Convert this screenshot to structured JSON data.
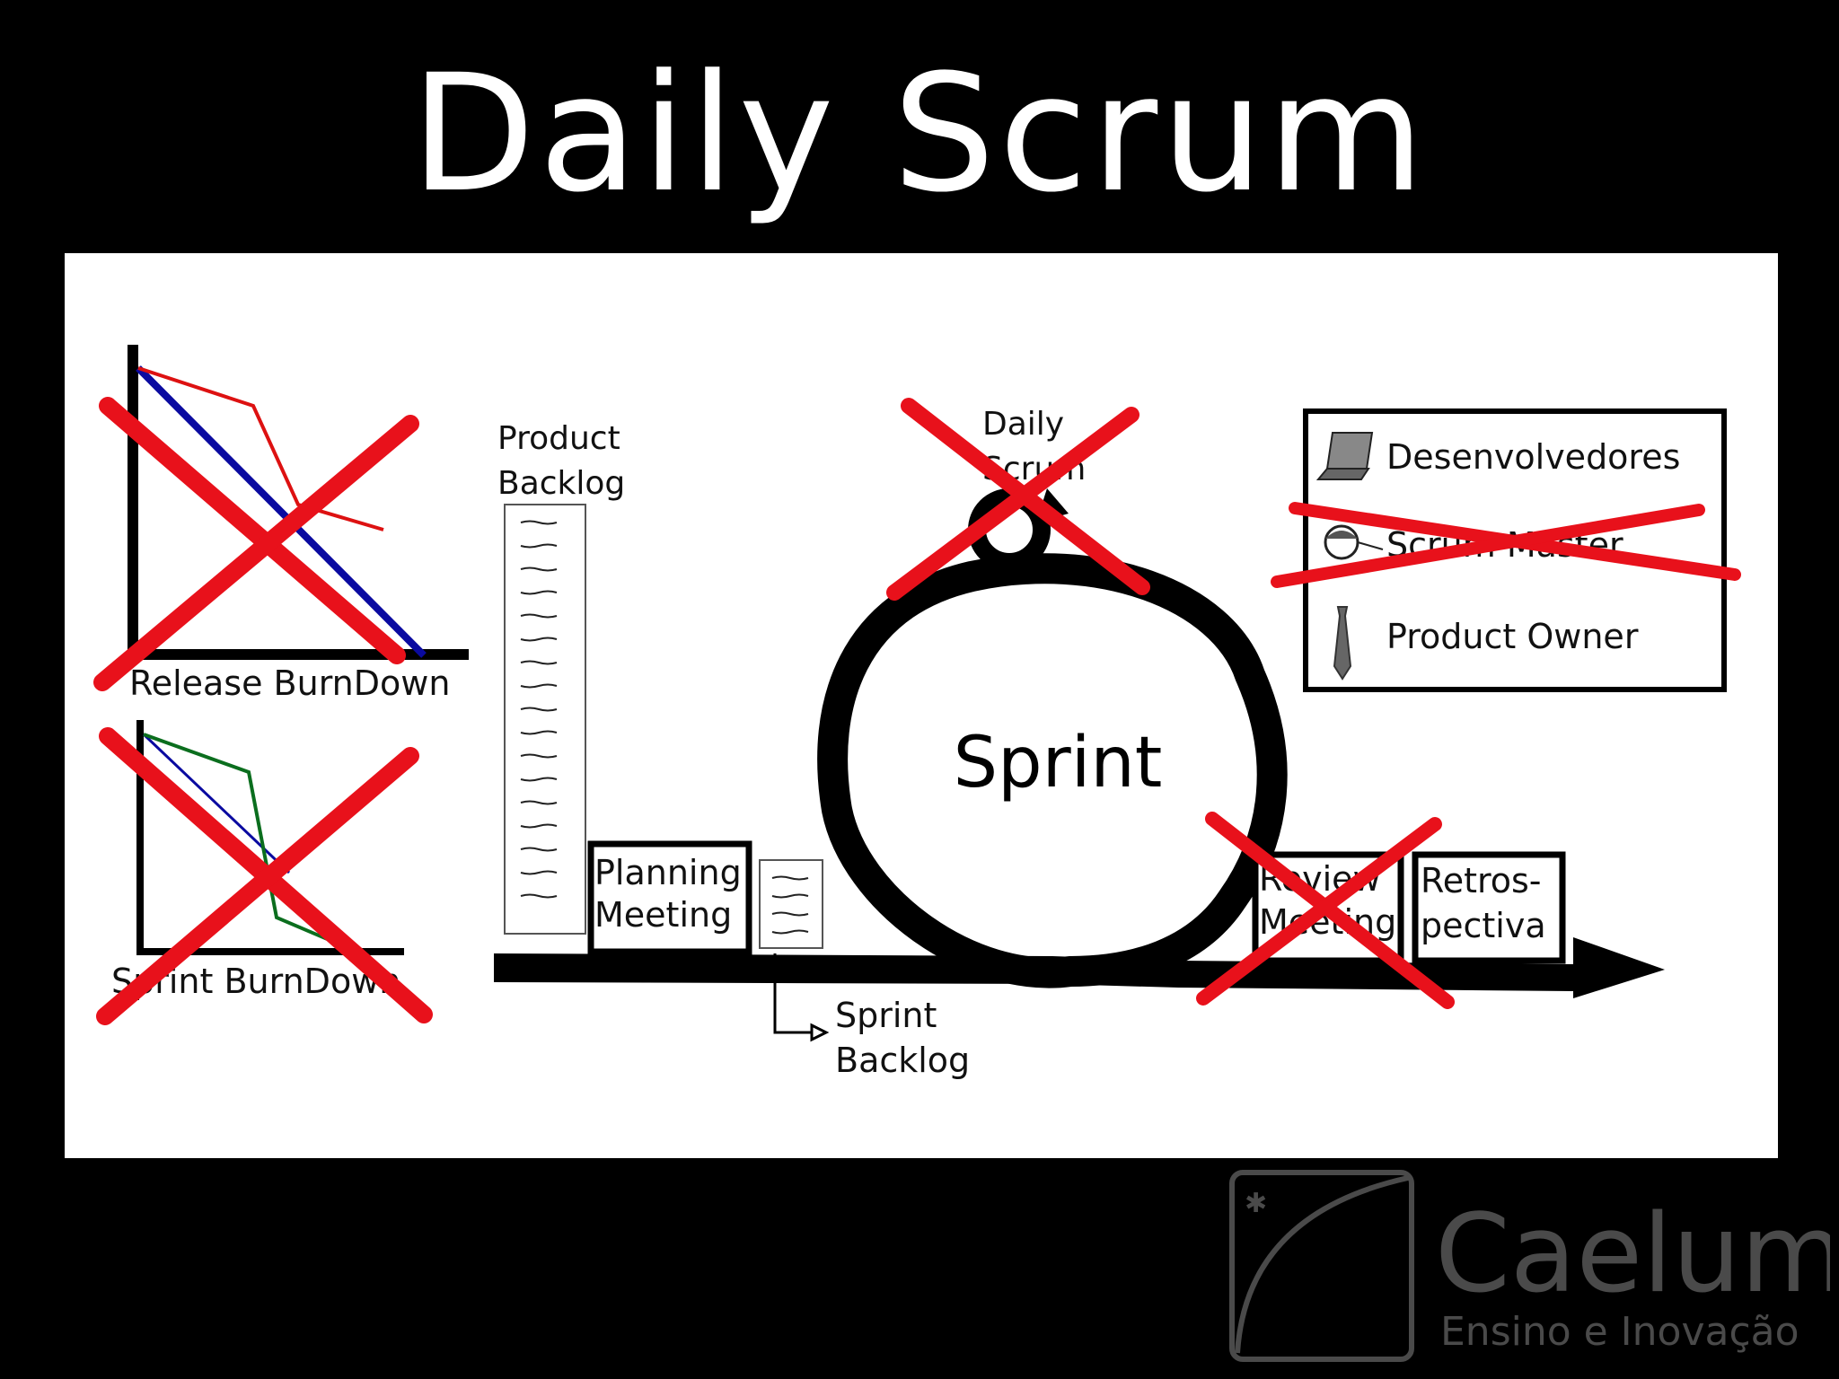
{
  "title": "Daily Scrum",
  "diagram": {
    "release_burndown_label": "Release BurnDown",
    "sprint_burndown_label": "Sprint BurnDown",
    "product_backlog_label": [
      "Product",
      "Backlog"
    ],
    "planning_meeting_label": [
      "Planning",
      "Meeting"
    ],
    "sprint_backlog_label": [
      "Sprint",
      "Backlog"
    ],
    "daily_scrum_label": [
      "Daily",
      "Scrum"
    ],
    "sprint_label": "Sprint",
    "review_meeting_label": [
      "Review",
      "Meeting"
    ],
    "retrospective_label": [
      "Retros-",
      "pectiva"
    ]
  },
  "legend": {
    "developers": "Desenvolvedores",
    "scrum_master": "Scrum Master",
    "product_owner": "Product Owner"
  },
  "crossed_out": [
    "release-burndown",
    "sprint-burndown",
    "daily-scrum",
    "scrum-master",
    "review-meeting"
  ],
  "logo": {
    "name": "Caelum",
    "tagline": "Ensino e Inovação"
  },
  "colors": {
    "cross": "#e8111b",
    "release_ideal": "#0a0aa0",
    "release_actual": "#dd1111",
    "sprint_ideal": "#0a0aa0",
    "sprint_actual": "#0b6e1e",
    "logo": "#4a4a4a"
  }
}
